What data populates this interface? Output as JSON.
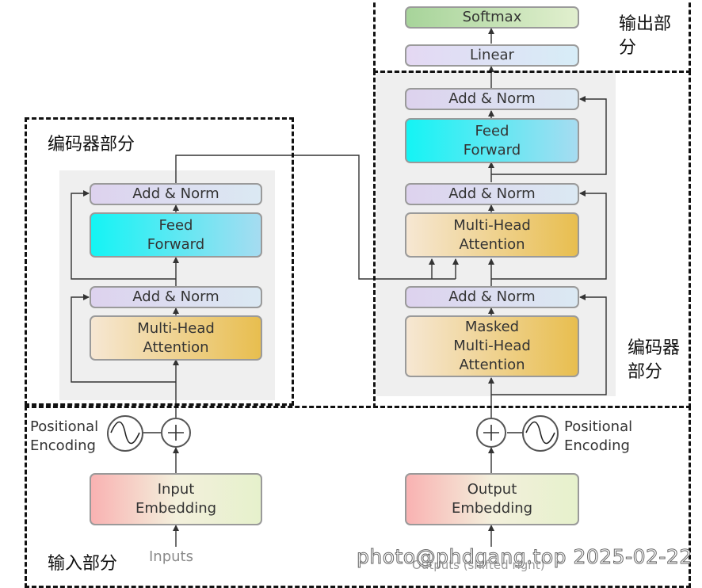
{
  "encoder": {
    "section_label": "编码器部分",
    "add_norm_top": "Add & Norm",
    "feed_forward": "Feed\nForward",
    "add_norm_bottom": "Add & Norm",
    "attention": "Multi-Head\nAttention"
  },
  "decoder": {
    "section_label": "编码器\n部分",
    "add_norm_top": "Add & Norm",
    "feed_forward": "Feed\nForward",
    "add_norm_mid": "Add & Norm",
    "attention": "Multi-Head\nAttention",
    "add_norm_bottom": "Add & Norm",
    "masked_attention": "Masked\nMulti-Head\nAttention"
  },
  "output_section": {
    "label": "输出部\n分",
    "softmax": "Softmax",
    "linear": "Linear"
  },
  "input_section": {
    "label": "输入部分",
    "input_positional_encoding": "Positional\nEncoding",
    "output_positional_encoding": "Positional\nEncoding",
    "input_embedding": "Input\nEmbedding",
    "output_embedding": "Output\nEmbedding",
    "inputs": "Inputs",
    "outputs": "Outputs (shifted right)"
  },
  "watermark": "photo@phdgang.top 2025-02-22",
  "colors": {
    "feed_forward": "#14f4f4",
    "attention": "#e8be4f",
    "add_norm": "#ddd2ee",
    "embedding": "#f9b2b2",
    "softmax": "#a7d49a"
  }
}
